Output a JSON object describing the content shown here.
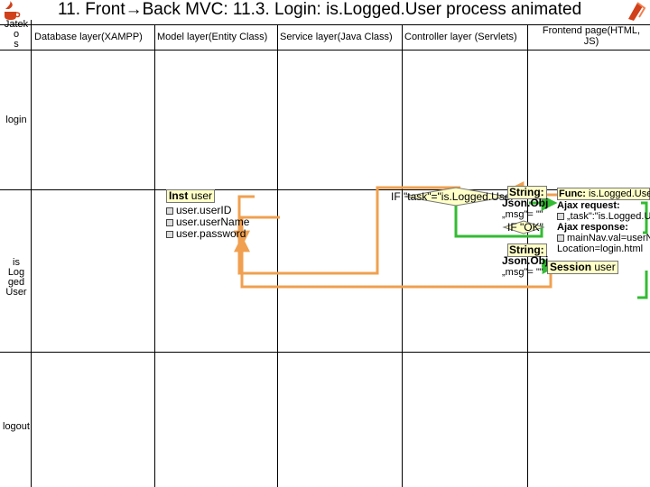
{
  "title": "11. Front→Back MVC: 11.3. Login: is.Logged.User process animated",
  "columns": {
    "c0_line1": "Jatek",
    "c0_line2": "o",
    "c0_line3": "s",
    "c1": "Database layer(XAMPP)",
    "c2": "Model layer(Entity Class)",
    "c3": "Service layer(Java Class)",
    "c4": "Controller layer (Servlets)",
    "c5_line1": "Frontend page(HTML,",
    "c5_line2": "JS)"
  },
  "rows": {
    "login": "login",
    "islogged_1": "is",
    "islogged_2": "Log",
    "islogged_3": "ged",
    "islogged_4": "User",
    "logout": "logout"
  },
  "model_box": {
    "header_kw": "Inst",
    "header_name": "user",
    "fields": [
      "user.userID",
      "user.userName",
      "user.password"
    ]
  },
  "controller": {
    "if_task": "IF \"task\"=\"is.Logged.User\"",
    "string_label_1": "String:",
    "json_obj_1": "Json.Obj",
    "msg_1": "„msg\"= \"\"",
    "if_ok": "IF \"OK\"",
    "string_label_2": "String:",
    "json_obj_2": "Json.Obj",
    "msg_2": "„msg\"= \"\""
  },
  "session_box": {
    "kw": "Session",
    "name": "user"
  },
  "frontend": {
    "func_kw": "Func:",
    "func_name": "is.Logged.User",
    "ajax_req": "Ajax request:",
    "task_line": "„task\":\"is.Logged.U",
    "ajax_resp": "Ajax response:",
    "nav_line": "mainNav.val=userN",
    "location_line": "Location=login.html"
  },
  "colors": {
    "grid": "#000000",
    "orange": "#f0a050",
    "green": "#33bb33",
    "box_fill": "#ffffc8",
    "logo": "#d0401a"
  },
  "icons": {
    "logo_left": "java-coffee-icon",
    "logo_right": "presentation-logo-icon"
  }
}
